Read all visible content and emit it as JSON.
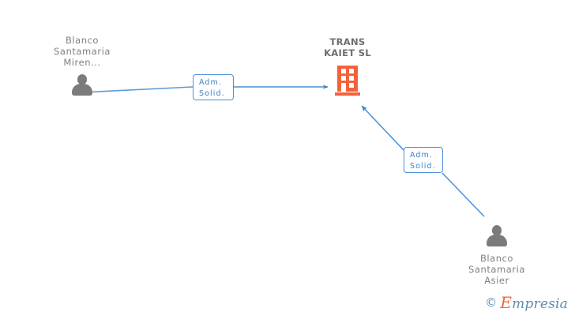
{
  "diagram": {
    "title": "TRANS KAIET SL corporate relations chart",
    "accent_color": "#f4623a",
    "edge_color": "#4a90d9",
    "label_color": "#808080",
    "nodes": [
      {
        "id": "person-miren",
        "type": "person",
        "icon": "person-icon",
        "label": "Blanco\nSantamaria\nMiren...",
        "label_position": "above"
      },
      {
        "id": "company-trans-kaiet",
        "type": "company",
        "icon": "building-icon",
        "label": "TRANS\nKAIET SL",
        "label_position": "above"
      },
      {
        "id": "person-asier",
        "type": "person",
        "icon": "person-icon",
        "label": "Blanco\nSantamaria\nAsier",
        "label_position": "below"
      }
    ],
    "edges": [
      {
        "id": "edge-miren-to-company",
        "from": "person-miren",
        "to": "company-trans-kaiet",
        "chip_label": "Adm.\nSolid.",
        "arrow": "right"
      },
      {
        "id": "edge-asier-to-company",
        "from": "person-asier",
        "to": "company-trans-kaiet",
        "chip_label": "Adm.\nSolid.",
        "arrow": "up-left"
      }
    ]
  },
  "watermark": {
    "copyright_symbol": "©",
    "brand_initial": "E",
    "brand_rest": "mpresia"
  }
}
